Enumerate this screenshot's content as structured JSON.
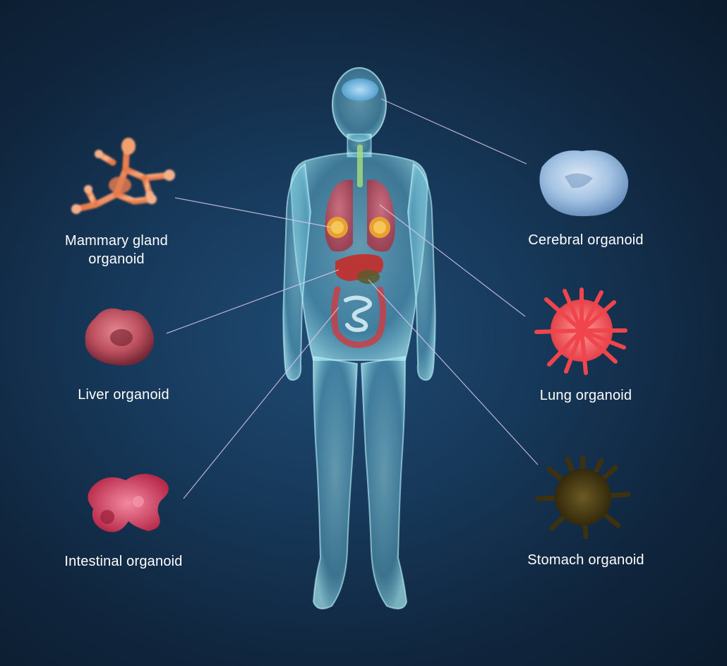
{
  "organoids": {
    "mammary": {
      "line1": "Mammary gland",
      "line2": "organoid"
    },
    "liver": {
      "label": "Liver organoid"
    },
    "intestinal": {
      "label": "Intestinal organoid"
    },
    "cerebral": {
      "label": "Cerebral organoid"
    },
    "lung": {
      "label": "Lung organoid"
    },
    "stomach": {
      "label": "Stomach organoid"
    }
  },
  "colors": {
    "background": "#173a5c",
    "body": "#7fd3e6",
    "mammary": "#f29a6a",
    "liver": "#c94a55",
    "intestinal": "#e84a6a",
    "cerebral": "#a8c8e8",
    "lung": "#f25a5a",
    "stomach": "#4a3a14",
    "connector": "#d8c8ea"
  }
}
